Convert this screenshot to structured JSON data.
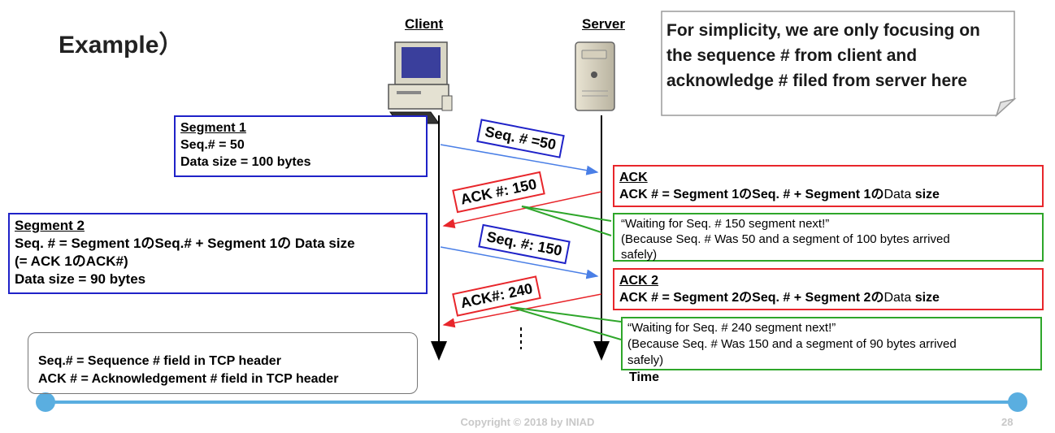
{
  "title": "Example）",
  "actors": {
    "client": "Client",
    "server": "Server"
  },
  "note": {
    "lines": [
      "For simplicity, we are only focusing on",
      "the sequence # from client and",
      "acknowledge # filed from server here"
    ]
  },
  "segment1": {
    "heading": "Segment 1",
    "lines": [
      "Seq.# = 50",
      "Data size = 100 bytes"
    ]
  },
  "segment2": {
    "heading": "Segment 2",
    "lines": [
      "Seq. # = Segment 1のSeq.# + Segment 1の Data size",
      "(= ACK 1のACK#)",
      "Data size = 90 bytes"
    ]
  },
  "arrow_labels": {
    "seq1": "Seq. # =50",
    "ack1": "ACK #: 150",
    "seq2": "Seq. #: 150",
    "ack2": "ACK#: 240"
  },
  "ack1_box": {
    "heading": "ACK",
    "line_a": "ACK # = Segment 1のSeq. # + Segment 1の",
    "line_b": "Data ",
    "line_c": "size"
  },
  "ack2_box": {
    "heading": "ACK 2",
    "line_a": "ACK # = Segment 2のSeq. # + Segment 2の",
    "line_b": "Data ",
    "line_c": "size"
  },
  "callout1": {
    "lines": [
      "“Waiting for Seq. # 150 segment next!”",
      "(Because Seq. # Was 50 and a segment of 100 bytes arrived",
      "safely)"
    ]
  },
  "callout2": {
    "lines": [
      "“Waiting for Seq. # 240 segment next!”",
      "(Because Seq. # Was 150 and a segment of 90 bytes arrived",
      "safely)"
    ]
  },
  "time_label": "Time",
  "legend": {
    "lines": [
      "Seq.# = Sequence # field in TCP header",
      "ACK # = Acknowledgement # field in TCP header"
    ]
  },
  "footer": {
    "copyright": "Copyright © 2018 by INIAD",
    "page": "28"
  },
  "colors": {
    "blue": "#1f22c8",
    "red": "#e8262b",
    "green": "#2ea62a",
    "arrow_blue": "#4a7fe6",
    "arrow_red": "#e8262b",
    "timeline": "#5aaee0"
  }
}
